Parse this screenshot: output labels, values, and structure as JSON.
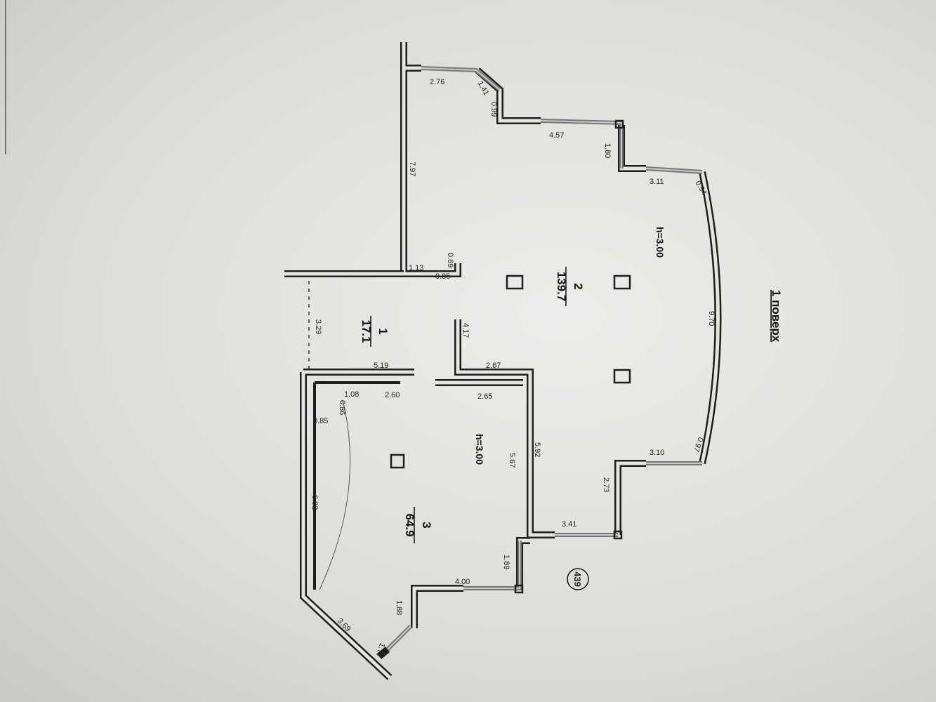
{
  "title": "1 поверх",
  "plan_number": "439",
  "rooms": [
    {
      "number": "1",
      "area": "17.1"
    },
    {
      "number": "2",
      "area": "139.7",
      "height": "h=3.00"
    },
    {
      "number": "3",
      "area": "64.9",
      "height": "h=3.00"
    }
  ],
  "dimensions": {
    "d276": "2.76",
    "d141": "1.41",
    "d099": "0.99",
    "d457": "4.57",
    "d180": "1.80",
    "d311": "3.11",
    "d094": "0.94",
    "d970": "9.70",
    "d097": "0.97",
    "d310": "3.10",
    "d273": "2.73",
    "d341": "3.41",
    "d797": "7.97",
    "d113": "1.13",
    "d069": "0.69",
    "d085a": "0.85",
    "d417": "4.17",
    "d329": "3.29",
    "d519": "5.19",
    "d267": "2.67",
    "d108": "1.08",
    "d260": "2.60",
    "d265": "2.65",
    "d086": "0.86",
    "d085b": "0.85",
    "d592": "5.92",
    "d567": "5.67",
    "d692": "6.92",
    "d189": "1.89",
    "d400": "4.00",
    "d188": "1.88",
    "d369": "3.69",
    "d177": "1.77"
  }
}
